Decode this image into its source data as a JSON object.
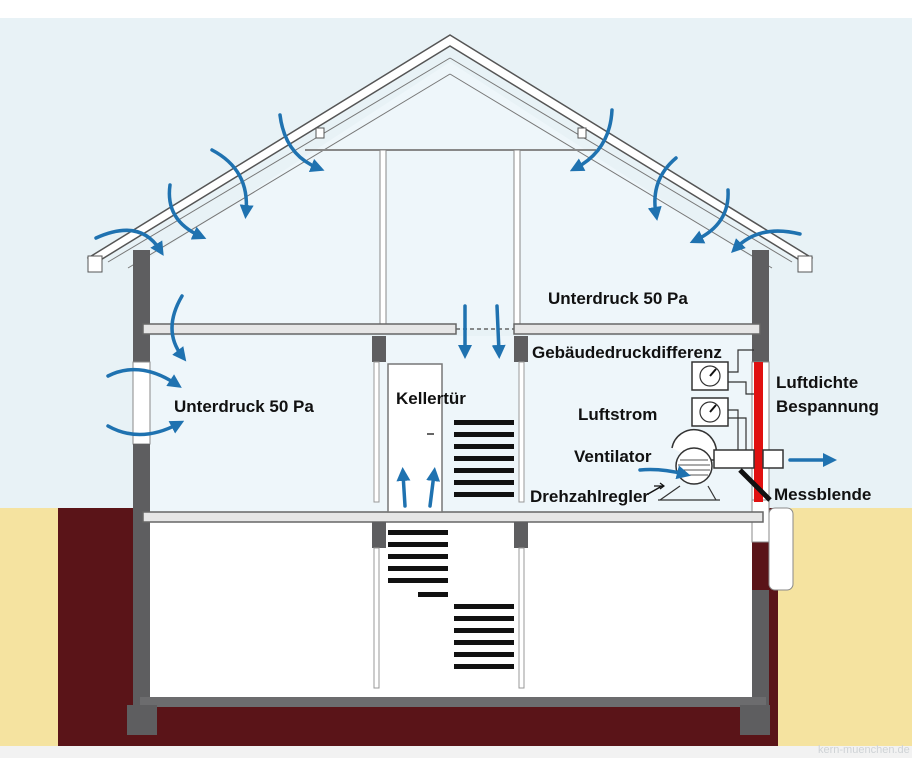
{
  "labels": {
    "underpressure_attic": "Unterdruck 50 Pa",
    "underpressure_floor": "Unterdruck 50 Pa",
    "basement_door": "Kellertür",
    "building_pressure_difference": "Gebäudedruckdifferenz",
    "airtight_covering_line1": "Luftdichte",
    "airtight_covering_line2": "Bespannung",
    "airflow": "Luftstrom",
    "fan": "Ventilator",
    "speed_controller": "Drehzahlregler",
    "orifice_plate": "Messblende"
  },
  "watermark": "kern-muenchen.de",
  "colors": {
    "sky": "#e8f2f6",
    "ground": "#f5e3a0",
    "soil": "#5a1418",
    "wall": "#5e5e60",
    "arrow": "#1f72b0",
    "membrane": "#e01010"
  }
}
